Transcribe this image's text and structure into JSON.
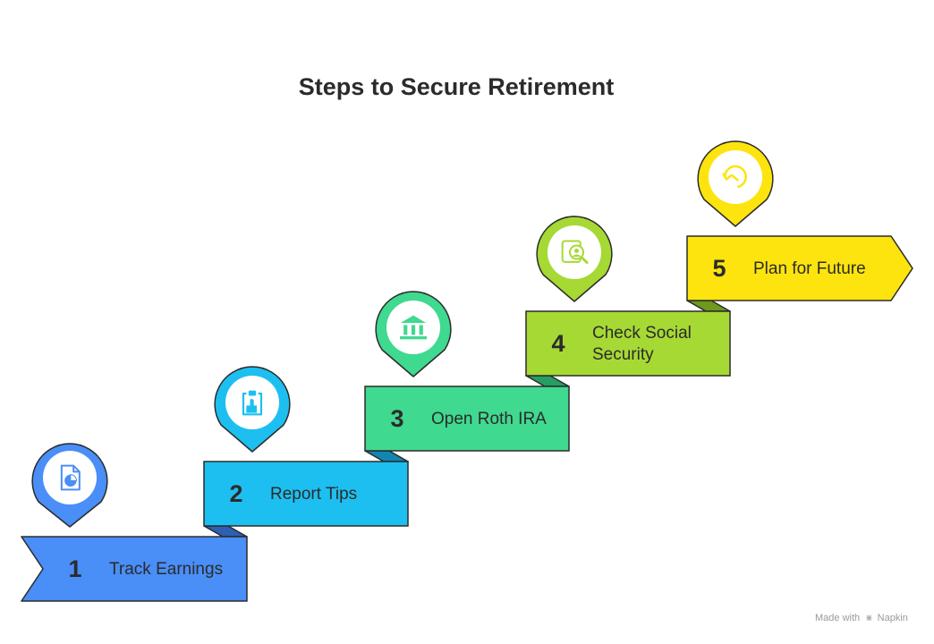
{
  "title": "Steps to Secure Retirement",
  "steps": [
    {
      "number": "1",
      "label_lines": [
        "Track Earnings"
      ],
      "color": "#4a8ef7",
      "icon": "pie-chart-document-icon"
    },
    {
      "number": "2",
      "label_lines": [
        "Report Tips"
      ],
      "color": "#1dbff0",
      "icon": "clipboard-hand-icon"
    },
    {
      "number": "3",
      "label_lines": [
        "Open Roth IRA"
      ],
      "color": "#3fd98f",
      "icon": "bank-icon"
    },
    {
      "number": "4",
      "label_lines": [
        "Check Social",
        "Security"
      ],
      "color": "#a6d934",
      "icon": "profile-search-icon"
    },
    {
      "number": "5",
      "label_lines": [
        "Plan for Future"
      ],
      "color": "#fde40e",
      "icon": "refresh-arrow-icon"
    }
  ],
  "footer": {
    "prefix": "Made with",
    "brand": "Napkin"
  }
}
